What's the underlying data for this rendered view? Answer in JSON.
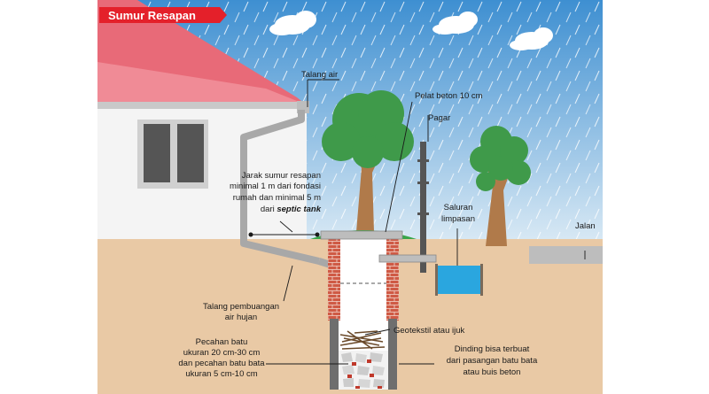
{
  "title": "Sumur Resapan",
  "labels": {
    "talang_air": "Talang air",
    "pelat_beton": "Pelat beton  10 cm",
    "pagar": "Pagar",
    "jarak": [
      "Jarak sumur resapan",
      "minimal 1 m dari fondasi",
      "rumah dan minimal 5 m"
    ],
    "jarak_prefix": "dari ",
    "jarak_emph": "septic tank",
    "saluran": [
      "Saluran",
      "limpasan"
    ],
    "jalan": "Jalan",
    "talang_pembuangan": [
      "Talang pembuangan",
      "air hujan"
    ],
    "geotekstil": "Geotekstil atau ijuk",
    "pecahan": [
      "Pecahan batu",
      "ukuran 20 cm-30 cm",
      "dan pecahan batu bata",
      "ukuran 5 cm-10 cm"
    ],
    "dinding": [
      "Dinding bisa terbuat",
      "dari pasangan batu bata",
      "atau buis beton"
    ]
  },
  "colors": {
    "sky_top": "#3e8fd1",
    "sky_bottom": "#cfe3f2",
    "ground": "#e9c9a5",
    "roof": "#e86a78",
    "wall": "#f4f4f4",
    "brick": "#cf5a45",
    "water": "#2aa6df",
    "grass": "#3aa64a",
    "tree": "#3f9a4a",
    "badge": "#e4202a"
  }
}
